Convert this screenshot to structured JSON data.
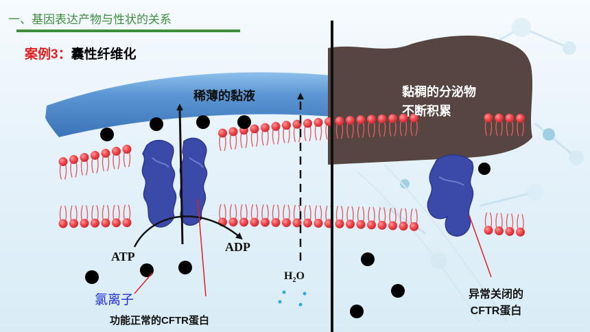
{
  "header": {
    "title": "一、基因表达产物与性状的关系"
  },
  "case": {
    "prefix": "案例3：",
    "name": "囊性纤维化"
  },
  "labels": {
    "thin_mucus": "稀薄的黏液",
    "sticky_line1": "黏稠的分泌物",
    "sticky_line2": "不断积累",
    "atp": "ATP",
    "adp": "ADP",
    "h2o_h": "H",
    "h2o_sub": "2",
    "h2o_o": "O",
    "chloride": "氯离子",
    "normal_cftr": "功能正常的CFTR蛋白",
    "abnormal_line1": "异常关闭的",
    "abnormal_line2": "CFTR蛋白"
  },
  "colors": {
    "header_text": "#3e8e3e",
    "header_rule": "#3e8e3e",
    "case_accent": "#e02020",
    "mucus_blue": "#4a86c8",
    "secretion_brown": "#564540",
    "lipid_head": "#ef4a4f",
    "lipid_tail": "#e25c64",
    "protein": "#3b4aa8",
    "ion": "#000000",
    "water": "#33a8e0",
    "pointer": "#e02020"
  }
}
